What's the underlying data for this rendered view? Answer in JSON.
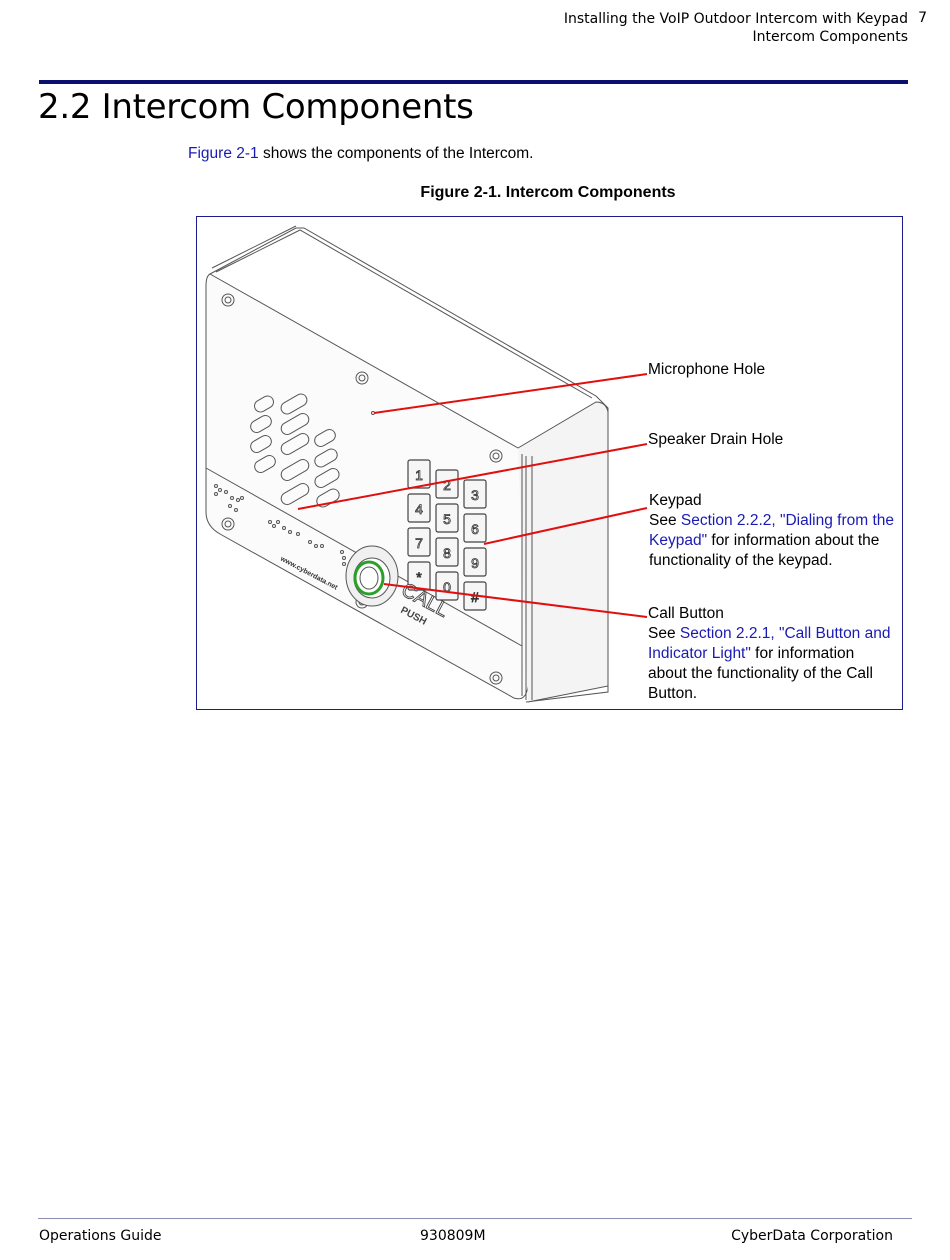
{
  "header": {
    "line1": "Installing the VoIP Outdoor Intercom with Keypad",
    "line2": "Intercom Components",
    "page_number": "7"
  },
  "section": {
    "title": "2.2 Intercom Components"
  },
  "intro": {
    "link": "Figure 2-1",
    "text": " shows the components of the Intercom."
  },
  "figure": {
    "caption": "Figure 2-1. Intercom Components",
    "device": {
      "website": "www.cyberdata.net",
      "call_text": "CALL",
      "push_text": "PUSH",
      "keys": [
        "1",
        "2",
        "3",
        "4",
        "5",
        "6",
        "7",
        "8",
        "9",
        "*",
        "0",
        "#"
      ]
    },
    "callouts": {
      "microphone": "Microphone Hole",
      "speaker_drain": "Speaker Drain Hole",
      "keypad": {
        "title": "Keypad",
        "see": "See ",
        "link": "Section 2.2.2, \"Dialing from the Keypad\"",
        "after": " for information about the functionality of the keypad."
      },
      "call_button": {
        "title": "Call Button",
        "see": "See ",
        "link": "Section 2.2.1, \"Call Button and Indicator Light\"",
        "after": " for information about the functionality of the Call Button."
      }
    },
    "colors": {
      "leader": "#e01010",
      "ring": "#2aa02a",
      "link": "#1a1ab4"
    }
  },
  "footer": {
    "left": "Operations Guide",
    "center": "930809M",
    "right": "CyberData Corporation"
  }
}
